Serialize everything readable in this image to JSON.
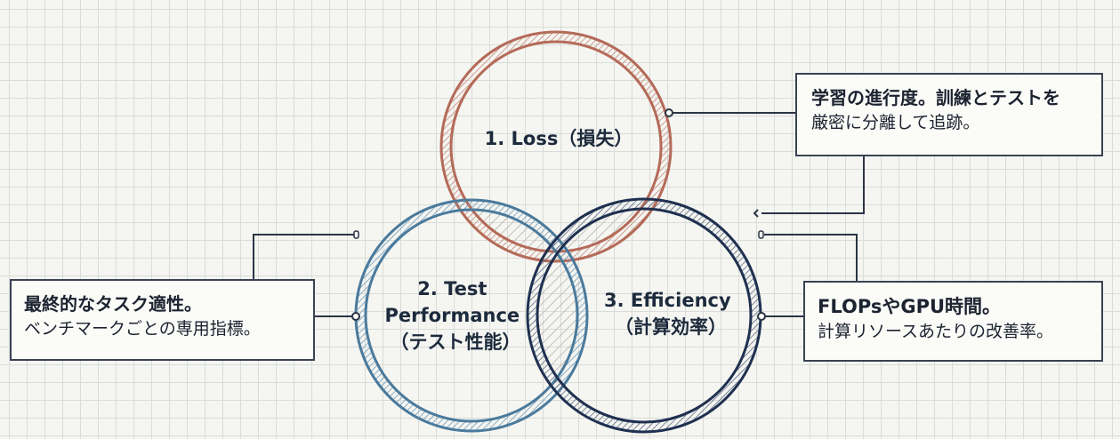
{
  "circles": [
    {
      "id": "loss",
      "label_lines": [
        "1. Loss（損失）"
      ],
      "color": "#b46a58"
    },
    {
      "id": "test",
      "label_lines": [
        "2. Test",
        "Performance",
        "（テスト性能）"
      ],
      "color": "#4a7a9c"
    },
    {
      "id": "efficiency",
      "label_lines": [
        "3. Efficiency",
        "（計算効率）"
      ],
      "color": "#1f3050"
    }
  ],
  "notes": {
    "loss": {
      "line1": "学習の進行度。訓練とテストを",
      "line2": "厳密に分離して追跡。"
    },
    "test": {
      "line1": "最終的なタスク適性。",
      "line2": "ベンチマークごとの専用指標。"
    },
    "efficiency": {
      "line1": "FLOPsやGPU時間。",
      "line2": "計算リソースあたりの改善率。"
    }
  },
  "colors": {
    "background": "#f5f5f1",
    "grid": "#d9dcd8",
    "connector": "#2b3445",
    "box_border": "#3a4352"
  }
}
